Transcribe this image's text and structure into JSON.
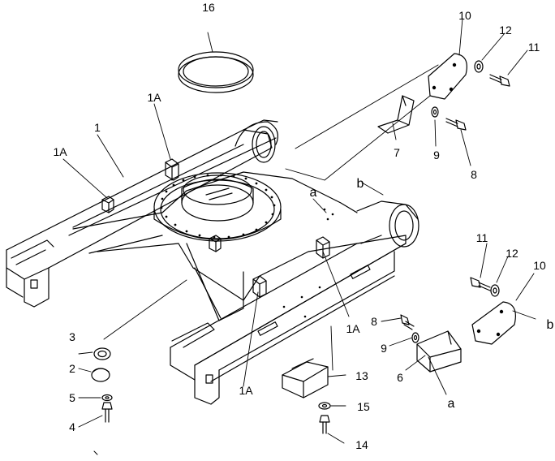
{
  "diagram": {
    "callouts": {
      "part_1": "1",
      "part_1a_top": "1A",
      "part_1a_left": "1A",
      "part_1a_right": "1A",
      "part_1a_bottom": "1A",
      "part_2": "2",
      "part_3": "3",
      "part_4": "4",
      "part_5": "5",
      "part_6": "6",
      "part_7": "7",
      "part_8_top": "8",
      "part_8_bottom": "8",
      "part_9_top": "9",
      "part_9_bottom": "9",
      "part_10_top": "10",
      "part_10_bottom": "10",
      "part_11_top": "11",
      "part_11_bottom": "11",
      "part_12_top": "12",
      "part_12_bottom": "12",
      "part_13": "13",
      "part_14": "14",
      "part_15": "15",
      "part_16": "16",
      "ref_a_top": "a",
      "ref_a_bottom": "a",
      "ref_b_top": "b",
      "ref_b_bottom": "b"
    }
  }
}
